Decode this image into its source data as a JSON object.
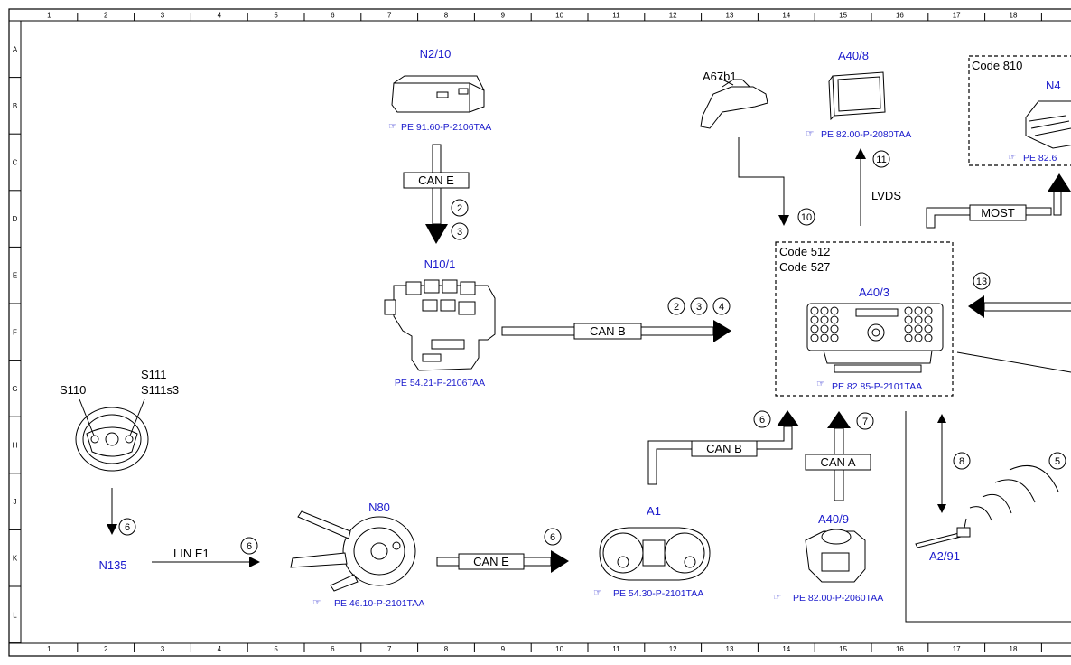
{
  "ruler": {
    "columns": [
      "1",
      "2",
      "3",
      "4",
      "5",
      "6",
      "7",
      "8",
      "9",
      "10",
      "11",
      "12",
      "13",
      "14",
      "15",
      "16",
      "17",
      "18"
    ],
    "rows": [
      "A",
      "B",
      "C",
      "D",
      "E",
      "F",
      "G",
      "H",
      "J",
      "K",
      "L"
    ]
  },
  "components": {
    "n2_10": "N2/10",
    "n10_1": "N10/1",
    "a67b1": "A67b1",
    "a40_8": "A40/8",
    "n40_partial": "N4",
    "a40_3": "A40/3",
    "s110": "S110",
    "s111": "S111",
    "s111s3": "S111s3",
    "n135": "N135",
    "n80": "N80",
    "a1": "A1",
    "a40_9": "A40/9",
    "a2_91": "A2/91"
  },
  "references": {
    "n2_10": "PE 91.60-P-2106TAA",
    "n10_1": "PE 54.21-P-2106TAA",
    "a40_8": "PE 82.00-P-2080TAA",
    "n40_partial": "PE 82.6",
    "a40_3": "PE 82.85-P-2101TAA",
    "n80": "PE 46.10-P-2101TAA",
    "a1": "PE 54.30-P-2101TAA",
    "a40_9": "PE 82.00-P-2060TAA"
  },
  "codes": {
    "code_810": "Code 810",
    "code_512": "Code 512",
    "code_527": "Code 527"
  },
  "buses": {
    "can_e_top": "CAN E",
    "can_b_mid": "CAN B",
    "can_b_lower": "CAN B",
    "can_a": "CAN A",
    "can_e_bottom": "CAN E",
    "lin_e1": "LIN E1",
    "most": "MOST",
    "lvds": "LVDS"
  },
  "steps": {
    "s2a": "2",
    "s3a": "3",
    "s2b": "2",
    "s3b": "3",
    "s4": "4",
    "s10": "10",
    "s11": "11",
    "s13": "13",
    "s6a": "6",
    "s7": "7",
    "s8": "8",
    "s5": "5",
    "s6b": "6",
    "s6c": "6",
    "s6d": "6"
  },
  "colors": {
    "blue_text": "#1a1acc",
    "line": "#000000",
    "background": "#ffffff"
  }
}
